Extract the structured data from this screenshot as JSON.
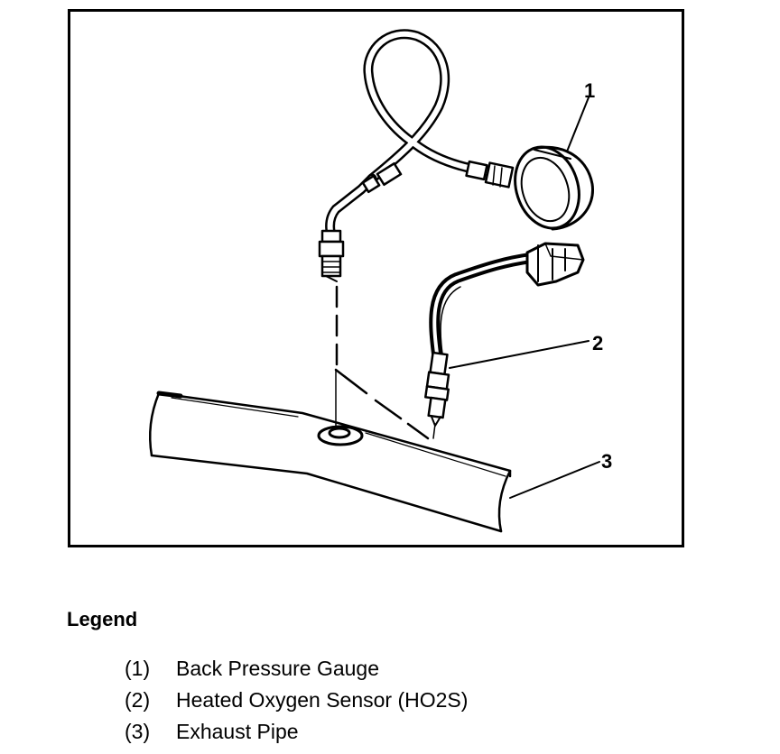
{
  "diagram": {
    "callouts": [
      "1",
      "2",
      "3"
    ]
  },
  "legend": {
    "title": "Legend",
    "items": [
      {
        "number": "(1)",
        "label": "Back Pressure Gauge"
      },
      {
        "number": "(2)",
        "label": "Heated Oxygen Sensor (HO2S)"
      },
      {
        "number": "(3)",
        "label": "Exhaust Pipe"
      }
    ]
  }
}
